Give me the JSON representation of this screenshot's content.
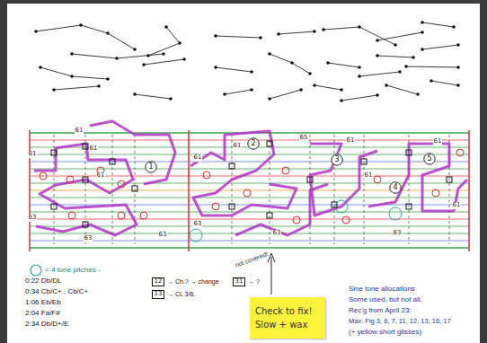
{
  "diagram": {
    "nodes": [
      {
        "text": [
          "1"
        ]
      },
      {
        "text": [
          "2"
        ]
      },
      {
        "text": [
          "3"
        ]
      },
      {
        "text": [
          "4"
        ]
      },
      {
        "text": [
          "5"
        ]
      },
      {
        "text": [
          "12"
        ]
      },
      {
        "text": [
          "31"
        ]
      },
      {
        "text": [
          "13"
        ]
      },
      {
        "text": [
          "Check to fix!",
          "Slow + wax"
        ]
      }
    ],
    "labels": [
      "61",
      "63",
      "61",
      "61",
      "61",
      "63",
      "63",
      "61",
      "63",
      "61",
      "63",
      "65",
      "61",
      "61",
      "63",
      "61",
      "61",
      "= 4 tone pitches -",
      "0:22 Db/DL",
      "0:34 Cb/C+ , Cb/C+",
      "1:06 Eb/Eb",
      "2:04 Fa/F#",
      "2:34 Db/D+/E",
      "→ Ch.? → change",
      "→ ?",
      "→ CL 3/6.",
      "not covered!",
      "Sine tone allocations",
      "Some used, but not all.",
      "Rec'g from April 23:",
      "Max: Fig 3, 6, 7, 11, 12, 13, 16, 17",
      "(+ yellow short glisses)"
    ]
  }
}
